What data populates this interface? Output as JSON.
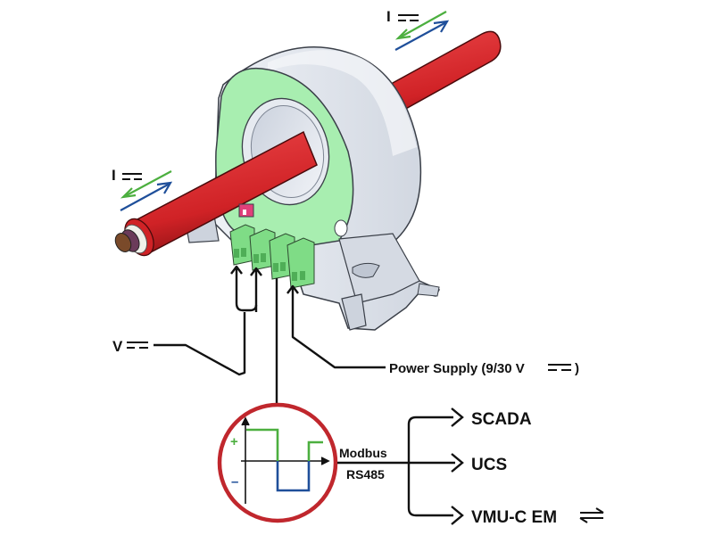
{
  "labels": {
    "current_top": "I",
    "current_left": "I",
    "voltage": "V",
    "power_supply": "Power Supply (9/30 V",
    "power_supply_close": ")",
    "modbus": "Modbus",
    "rs485": "RS485",
    "plus": "+",
    "minus": "–"
  },
  "outputs": [
    {
      "label": "SCADA"
    },
    {
      "label": "UCS"
    },
    {
      "label": "VMU-C EM"
    }
  ],
  "colors": {
    "cable": "#d9262b",
    "cable_dark": "#a51a1e",
    "sensor_face": "#a8eeb0",
    "housing": "#e3e7ee",
    "housing_shadow": "#c3c9d4",
    "terminal": "#7fdc86",
    "dip_switch": "#e0407a",
    "arrow_green": "#4caf3f",
    "arrow_blue": "#1f4f9a",
    "wave_positive": "#4caf3f",
    "wave_negative": "#1f4f9a",
    "inset_ring": "#c0272d",
    "line": "#111111"
  }
}
